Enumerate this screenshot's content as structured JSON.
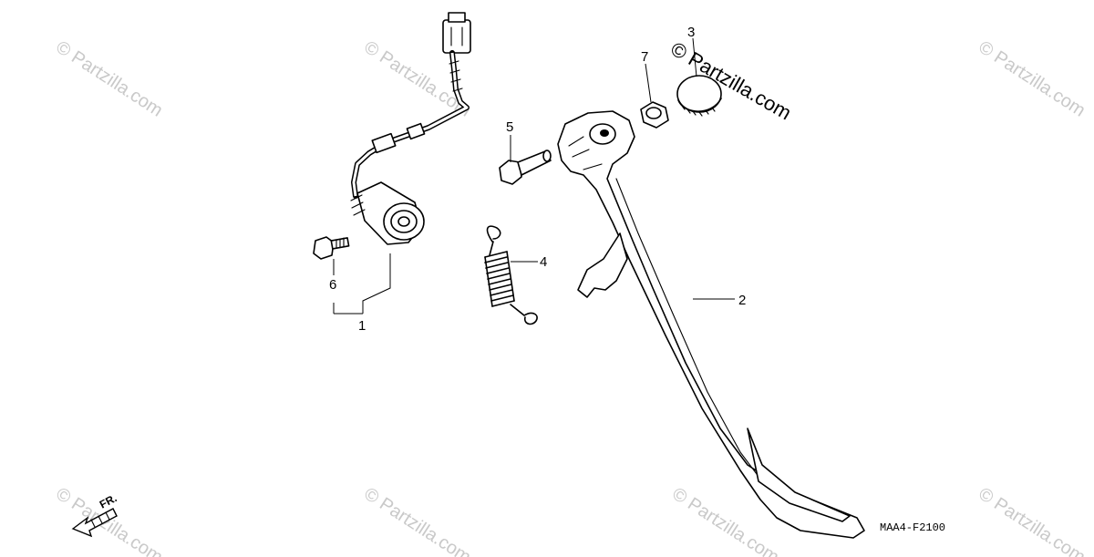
{
  "callouts": [
    {
      "id": "1",
      "label": "1"
    },
    {
      "id": "2",
      "label": "2"
    },
    {
      "id": "3",
      "label": "3"
    },
    {
      "id": "4",
      "label": "4"
    },
    {
      "id": "5",
      "label": "5"
    },
    {
      "id": "6",
      "label": "6"
    },
    {
      "id": "7",
      "label": "7"
    }
  ],
  "diagram_code": "MAA4-F2100",
  "direction_label": "FR.",
  "watermark": {
    "text": "© Partzilla.com",
    "prominent_text": "© Partzilla.com"
  }
}
